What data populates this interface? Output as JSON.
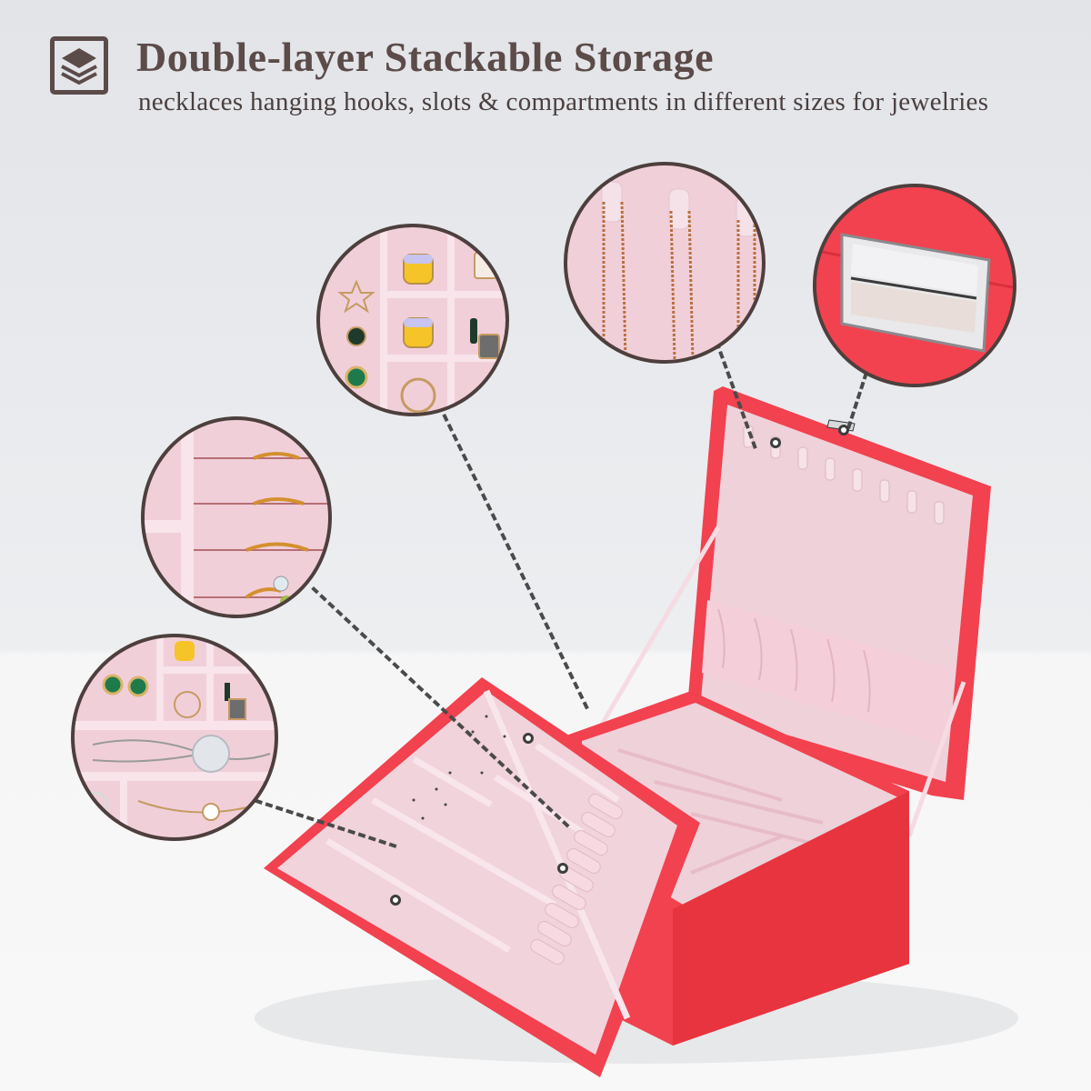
{
  "header": {
    "icon": "stacked-layers-icon",
    "title": "Double-layer Stackable Storage",
    "subtitle": "necklaces hanging hooks, slots & compartments in different sizes for jewelries"
  },
  "colors": {
    "text": "#5b4b49",
    "box_exterior": "#f2414f",
    "box_interior": "#f1d3db",
    "leader_line": "#4a4a4a",
    "background": "#e6e8eb"
  },
  "callouts": [
    {
      "id": "earring-grid",
      "subject": "earrings in grid slots"
    },
    {
      "id": "necklace-hooks",
      "subject": "necklaces hanging on hooks"
    },
    {
      "id": "metal-clasp",
      "subject": "silver metal clasp on red textured leather"
    },
    {
      "id": "ring-rolls",
      "subject": "rings on ring rolls"
    },
    {
      "id": "necklace-compartment",
      "subject": "earrings, brooch necklace and bracelet in compartments"
    }
  ],
  "product": {
    "name": "Pink two-tier jewelry box",
    "parts": [
      "removable top tray",
      "lid with necklace hooks",
      "lid pocket",
      "bottom compartment"
    ]
  }
}
